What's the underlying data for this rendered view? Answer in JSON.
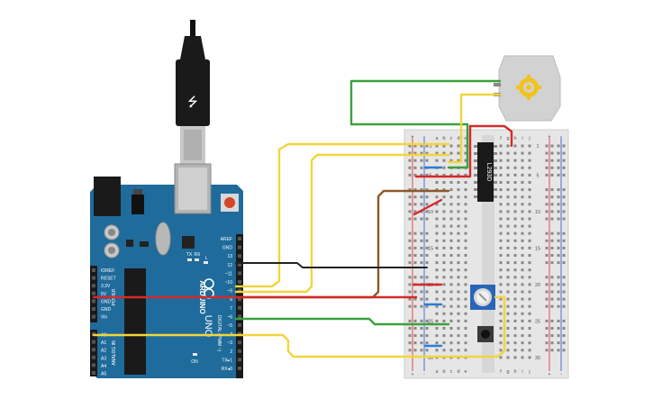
{
  "arduino": {
    "brand": "ARDUINO",
    "model": "UNO",
    "digital_label": "DIGITAL (PWM ~)",
    "power_label": "POWER",
    "analog_label": "ANALOG IN",
    "on_label": "ON",
    "tx_label": "TX",
    "rx_label": "RX",
    "l_label": "L",
    "digital_pins": [
      "AREF",
      "GND",
      "13",
      "12",
      "~11",
      "~10",
      "~9",
      "8",
      "7",
      "~6",
      "~5",
      "4",
      "~3",
      "2",
      "TX▸1",
      "RX◂0"
    ],
    "power_pins": [
      "IOREF",
      "RESET",
      "3.3V",
      "5V",
      "GND",
      "GND",
      "Vin"
    ],
    "analog_pins": [
      "A0",
      "A1",
      "A2",
      "A3",
      "A4",
      "A5"
    ]
  },
  "breadboard": {
    "columns_left": [
      "a",
      "b",
      "c",
      "d",
      "e"
    ],
    "columns_right": [
      "f",
      "g",
      "h",
      "i",
      "j"
    ],
    "plus": "+",
    "minus": "-",
    "row_labels": [
      "1",
      "5",
      "10",
      "15",
      "20",
      "25",
      "30"
    ]
  },
  "chip": {
    "label": "L293D"
  },
  "colors": {
    "arduino_blue": "#1f6b9b",
    "wire_yellow": "#f2d53c",
    "wire_green": "#3aa13a",
    "wire_red": "#d42a2a",
    "wire_brown": "#8b5a2b",
    "wire_black": "#222222",
    "wire_blue": "#2a7fd4",
    "motor_gear": "#f2c31e"
  },
  "icons": [
    "usb-plug-icon",
    "motor-gear-icon",
    "potentiometer-icon",
    "pushbutton-icon"
  ]
}
